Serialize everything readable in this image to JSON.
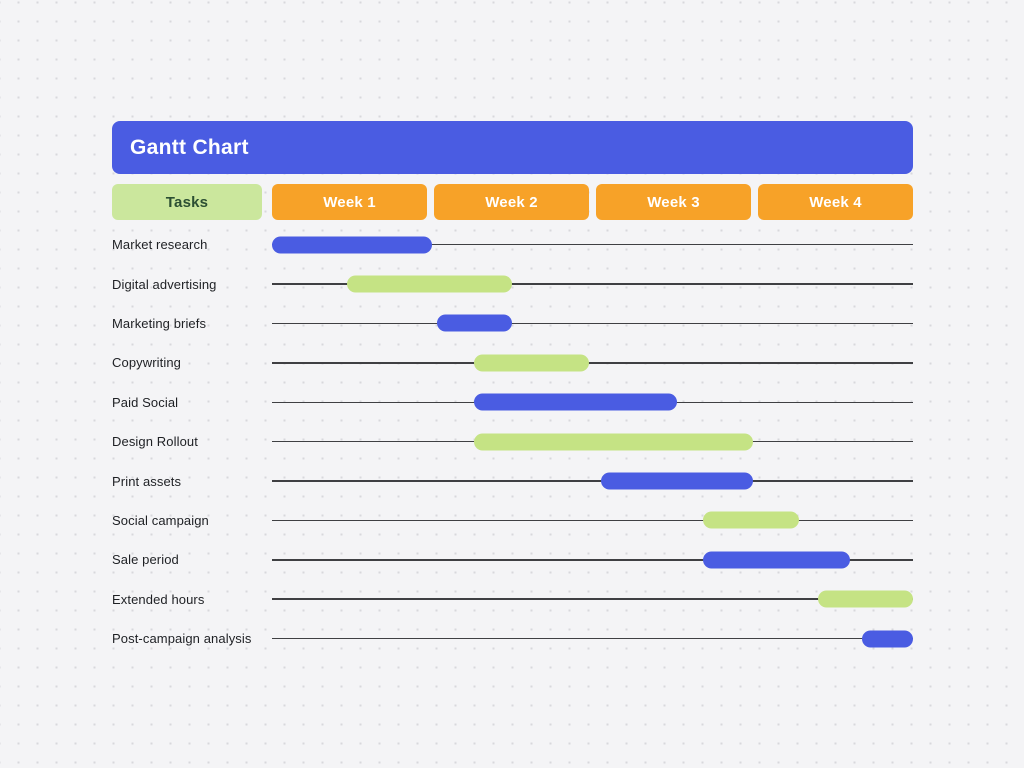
{
  "page": {
    "background_color": "#f4f4f6",
    "dot_grid_color": "#d8d8dc"
  },
  "header": {
    "title": "Gantt Chart",
    "background_color": "#4a5ce2",
    "text_color": "#ffffff"
  },
  "columns": {
    "tasks_label": "Tasks",
    "tasks_background": "#cbe79d",
    "tasks_text_color": "#2c4f33",
    "week_background": "#f7a228",
    "week_text_color": "#ffffff",
    "weeks": [
      "Week 1",
      "Week 2",
      "Week 3",
      "Week 4"
    ]
  },
  "colors": {
    "blue": "#4a5ce2",
    "green": "#c5e384",
    "orange": "#f7a228",
    "line": "#3f4043",
    "label": "#1e2024"
  },
  "chart_data": {
    "type": "bar",
    "variant": "gantt",
    "title": "Gantt Chart",
    "x_axis": {
      "unit": "weeks",
      "range": [
        0,
        4
      ],
      "tick_labels": [
        "Week 1",
        "Week 2",
        "Week 3",
        "Week 4"
      ]
    },
    "week_count": 4,
    "legend": "none",
    "grid": "off",
    "tasks": [
      {
        "name": "Market research",
        "start_week": 0.0,
        "end_week": 1.0,
        "color": "blue"
      },
      {
        "name": "Digital advertising",
        "start_week": 0.47,
        "end_week": 1.5,
        "color": "green"
      },
      {
        "name": "Marketing briefs",
        "start_week": 1.03,
        "end_week": 1.5,
        "color": "blue"
      },
      {
        "name": "Copywriting",
        "start_week": 1.26,
        "end_week": 1.98,
        "color": "green"
      },
      {
        "name": "Paid Social",
        "start_week": 1.26,
        "end_week": 2.53,
        "color": "blue"
      },
      {
        "name": "Design Rollout",
        "start_week": 1.26,
        "end_week": 3.0,
        "color": "green"
      },
      {
        "name": "Print assets",
        "start_week": 2.05,
        "end_week": 3.0,
        "color": "blue"
      },
      {
        "name": "Social campaign",
        "start_week": 2.69,
        "end_week": 3.29,
        "color": "green"
      },
      {
        "name": "Sale period",
        "start_week": 2.69,
        "end_week": 3.61,
        "color": "blue"
      },
      {
        "name": "Extended hours",
        "start_week": 3.41,
        "end_week": 4.0,
        "color": "green"
      },
      {
        "name": "Post-campaign analysis",
        "start_week": 3.68,
        "end_week": 4.0,
        "color": "blue"
      }
    ]
  }
}
